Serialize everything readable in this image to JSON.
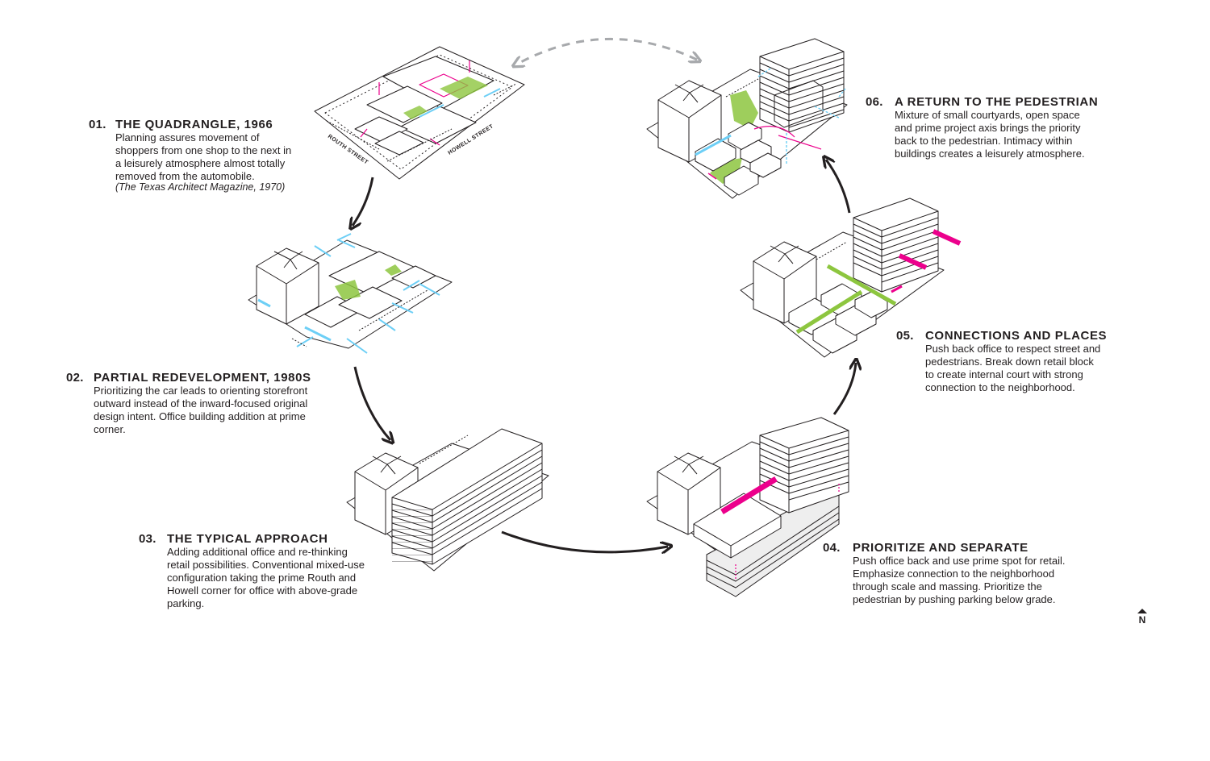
{
  "steps": [
    {
      "number": "01.",
      "title": "THE QUADRANGLE, 1966",
      "lines": [
        "Planning assures movement of",
        "shoppers from one shop to the next in",
        "a leisurely atmosphere almost totally",
        "removed from the automobile."
      ],
      "citation": "(The Texas Architect Magazine, 1970)"
    },
    {
      "number": "02.",
      "title": "PARTIAL REDEVELOPMENT, 1980S",
      "lines": [
        "Prioritizing the car leads to orienting storefront",
        "outward instead of the inward-focused original",
        "design intent. Office building addition at prime",
        "corner."
      ]
    },
    {
      "number": "03.",
      "title": "THE TYPICAL APPROACH",
      "lines": [
        "Adding additional office and re-thinking",
        "retail possibilities. Conventional mixed-use",
        "configuration taking the prime Routh and",
        "Howell corner for office with above-grade",
        "parking."
      ]
    },
    {
      "number": "04.",
      "title": "PRIORITIZE AND SEPARATE",
      "lines": [
        "Push office back and use prime spot for retail.",
        "Emphasize connection to the neighborhood",
        "through scale and massing. Prioritize the",
        "pedestrian by pushing parking below grade."
      ]
    },
    {
      "number": "05.",
      "title": "CONNECTIONS AND PLACES",
      "lines": [
        "Push back office to respect street and",
        "pedestrians. Break down retail block",
        "to create internal court with strong",
        "connection to the neighborhood."
      ]
    },
    {
      "number": "06.",
      "title": "A RETURN TO THE PEDESTRIAN",
      "lines": [
        "Mixture of small courtyards, open space",
        "and prime project axis brings the priority",
        "back to the pedestrian. Intimacy within",
        "buildings creates a leisurely atmosphere."
      ]
    }
  ],
  "streets": {
    "routh": "ROUTH STREET",
    "howell": "HOWELL STREET"
  },
  "north": {
    "label": "N",
    "icon": "north-arrow-icon"
  },
  "colors": {
    "ink": "#231f20",
    "green": "#8dc63f",
    "blue": "#6dcff6",
    "magenta": "#ec008c",
    "grey": "#a7a9ac"
  }
}
